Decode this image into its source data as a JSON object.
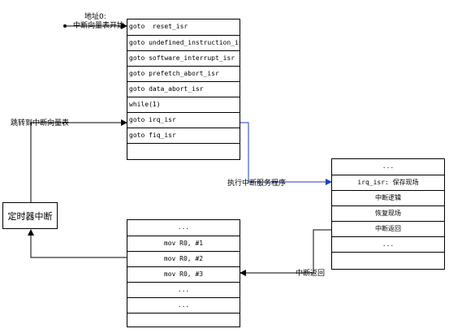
{
  "labels": {
    "addr0": "地址0:",
    "vector_start": "中断向量表开始",
    "jump_to_vector": "跳转到中断向量表",
    "exec_isr": "执行中断服务程序",
    "int_return": "中断返回",
    "timer_interrupt": "定时器中断"
  },
  "vector_table": [
    "goto  reset_isr",
    "goto undefined_instruction_isr",
    "goto software_interrupt_isr",
    "goto prefetch_abort_isr",
    "goto data_abort_isr",
    "while(1)",
    "goto irq_isr",
    "goto fiq_isr",
    ""
  ],
  "isr_table": [
    "...",
    "irq_isr: 保存现场",
    "中断逻辑",
    "恢复现场",
    "中断返回",
    "...",
    ""
  ],
  "main_table": [
    "...",
    "mov R0, #1",
    "mov R0, #2",
    "mov R0, #3",
    "...",
    "...",
    ""
  ],
  "colors": {
    "irq_arrow": "#1f3fbf",
    "line": "#000000"
  }
}
